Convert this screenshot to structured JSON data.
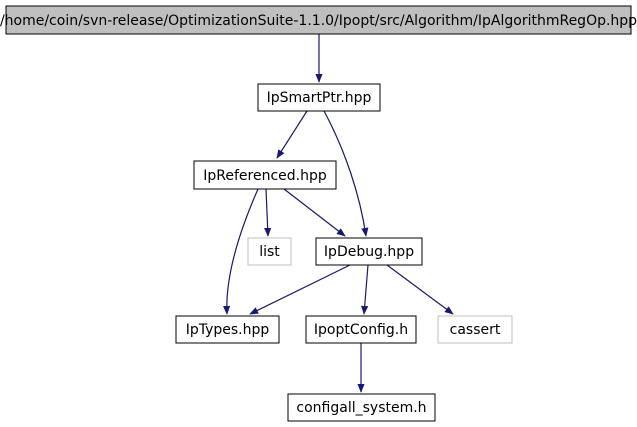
{
  "graph": {
    "nodes": {
      "root": {
        "label": "/home/coin/svn-release/OptimizationSuite-1.1.0/Ipopt/src/Algorithm/IpAlgorithmRegOp.hpp",
        "style": "root"
      },
      "smartptr": {
        "label": "IpSmartPtr.hpp",
        "style": "normal"
      },
      "referenced": {
        "label": "IpReferenced.hpp",
        "style": "normal"
      },
      "list": {
        "label": "list",
        "style": "external"
      },
      "debug": {
        "label": "IpDebug.hpp",
        "style": "normal"
      },
      "types": {
        "label": "IpTypes.hpp",
        "style": "normal"
      },
      "config": {
        "label": "IpoptConfig.h",
        "style": "normal"
      },
      "cassert": {
        "label": "cassert",
        "style": "external"
      },
      "configall": {
        "label": "configall_system.h",
        "style": "normal"
      }
    },
    "edges": [
      [
        "root",
        "smartptr"
      ],
      [
        "smartptr",
        "referenced"
      ],
      [
        "smartptr",
        "debug"
      ],
      [
        "referenced",
        "list"
      ],
      [
        "referenced",
        "debug"
      ],
      [
        "referenced",
        "types"
      ],
      [
        "debug",
        "types"
      ],
      [
        "debug",
        "config"
      ],
      [
        "debug",
        "cassert"
      ],
      [
        "config",
        "configall"
      ]
    ],
    "colors": {
      "edge": "#191970",
      "root_fill": "#bfbfbf",
      "node_border": "#000000",
      "external_border": "#bfbfbf",
      "text": "#000000"
    }
  }
}
